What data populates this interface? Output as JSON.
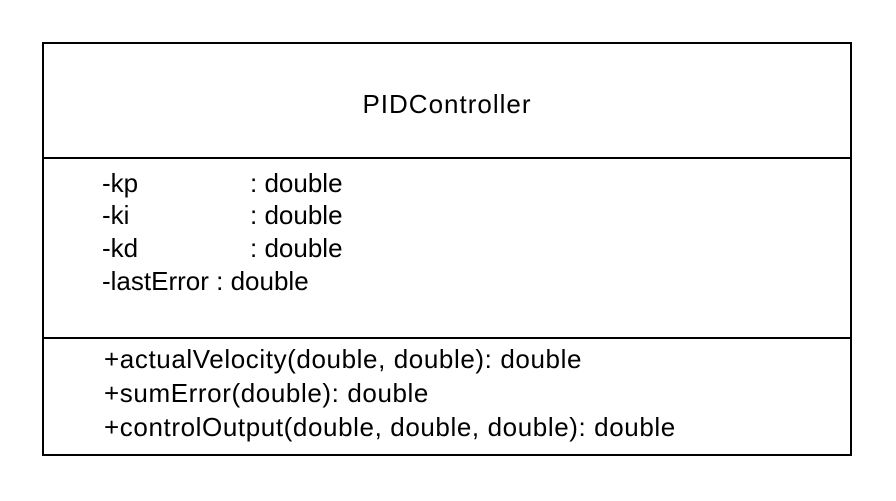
{
  "class": {
    "name": "PIDController",
    "attributes": [
      {
        "name": "-kp",
        "type": ": double"
      },
      {
        "name": "-ki",
        "type": ": double"
      },
      {
        "name": "-kd",
        "type": ": double"
      },
      {
        "name": "-lastError",
        "type": ": double"
      }
    ],
    "methods": [
      {
        "signature": "+actualVelocity(double, double): double"
      },
      {
        "signature": "+sumError(double): double"
      },
      {
        "signature": "+controlOutput(double, double, double): double"
      }
    ]
  }
}
